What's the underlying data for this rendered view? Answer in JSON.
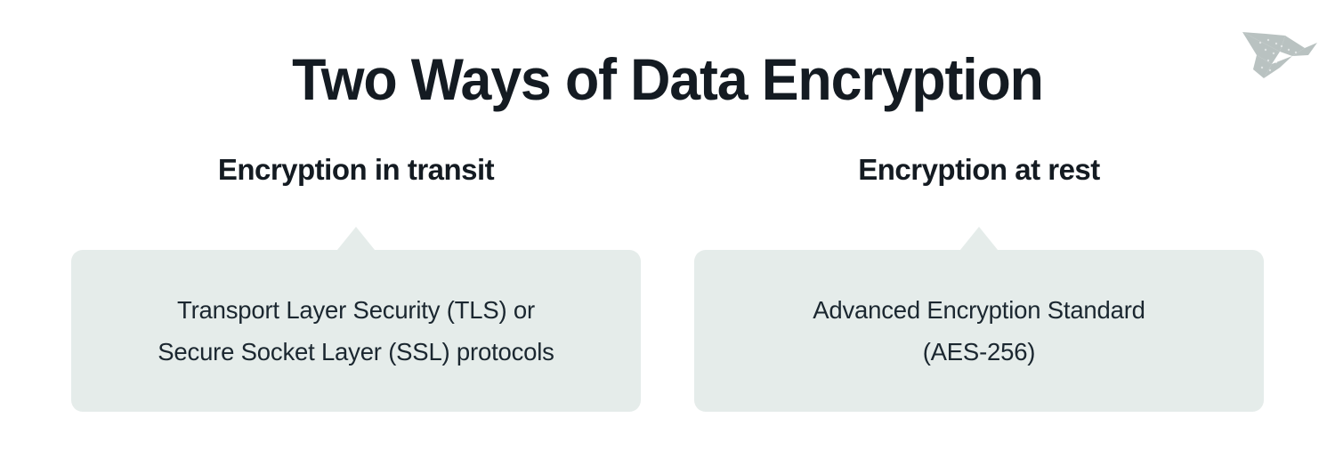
{
  "page": {
    "background_color": "#ffffff",
    "title": "Two Ways of Data Encryption",
    "title_color": "#141b22"
  },
  "logo": {
    "icon_name": "origami-bird-logo",
    "color": "#b9c2c1"
  },
  "columns": [
    {
      "heading": "Encryption in transit",
      "callout_text": "Transport Layer Security (TLS) or\nSecure Socket Layer (SSL) protocols",
      "callout_bg": "#e5ecea",
      "callout_text_color": "#1b2730"
    },
    {
      "heading": "Encryption at rest",
      "callout_text": "Advanced Encryption Standard\n(AES-256)",
      "callout_bg": "#e5ecea",
      "callout_text_color": "#1b2730"
    }
  ]
}
